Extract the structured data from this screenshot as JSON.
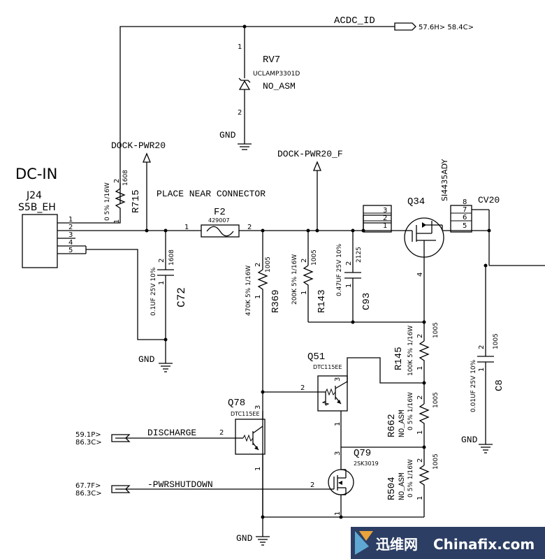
{
  "title": "DC-IN",
  "connector": {
    "ref": "J24",
    "part": "S5B_EH",
    "pins": [
      "1",
      "2",
      "3",
      "4",
      "5"
    ]
  },
  "net_labels": {
    "acdc_id": "ACDC_ID",
    "acdc_ref": "57.6H> 58.4C>",
    "dock_pwr20": "DOCK-PWR20",
    "dock_pwr20_f": "DOCK-PWR20_F",
    "cv20": "CV20",
    "discharge": "DISCHARGE",
    "discharge_ref_a": "59.1P>",
    "discharge_ref_b": "86.3C>",
    "pwrshutdown": "-PWRSHUTDOWN",
    "pwrshutdown_ref_a": "67.7F>",
    "pwrshutdown_ref_b": "86.3C>",
    "gnd": "GND"
  },
  "note": "PLACE NEAR CONNECTOR",
  "components": {
    "rv7": {
      "ref": "RV7",
      "part": "UCLAMP3301D",
      "asm": "NO_ASM",
      "pin1": "1",
      "pin2": "2"
    },
    "r715": {
      "ref": "R715",
      "spec": "0 5% 1/16W",
      "pkg": "1608",
      "pin1": "1",
      "pin2": "2"
    },
    "c72": {
      "ref": "C72",
      "spec": "0.1UF 25V 10%",
      "pkg": "1608",
      "pin1": "1",
      "pin2": "2"
    },
    "f2": {
      "ref": "F2",
      "part": "429007",
      "pin1": "1",
      "pin2": "2"
    },
    "r369": {
      "ref": "R369",
      "spec": "470K 5% 1/16W",
      "pkg": "1005",
      "pin1": "1",
      "pin2": "2"
    },
    "r143": {
      "ref": "R143",
      "spec": "200K 5% 1/16W",
      "pkg": "1005",
      "pin1": "1",
      "pin2": "2"
    },
    "c93": {
      "ref": "C93",
      "spec": "0.47UF 25V 10%",
      "pkg": "2125",
      "pin1": "1",
      "pin2": "2"
    },
    "q34": {
      "ref": "Q34",
      "part": "SI4435ADY",
      "pins_left": [
        "3",
        "2",
        "1"
      ],
      "pins_right": [
        "8",
        "7",
        "6",
        "5"
      ],
      "gate": "4"
    },
    "c8": {
      "ref": "C8",
      "spec": "0.01UF 25V 10%",
      "pkg": "1005",
      "pin1": "1",
      "pin2": "2"
    },
    "r145": {
      "ref": "R145",
      "spec": "100K 5% 1/16W",
      "pkg": "1005",
      "pin1": "1",
      "pin2": "2"
    },
    "q51": {
      "ref": "Q51",
      "part": "DTC115EE",
      "b": "2",
      "c": "3",
      "e": "1"
    },
    "q78": {
      "ref": "Q78",
      "part": "DTC115EE",
      "b": "2",
      "c": "3",
      "e": "1"
    },
    "r662": {
      "ref": "R662",
      "spec": "0 5% 1/16W",
      "asm": "NO_ASM",
      "pkg": "1005",
      "pin1": "1",
      "pin2": "2"
    },
    "q79": {
      "ref": "Q79",
      "part": "2SK3019",
      "g": "2",
      "d": "3",
      "s": "1"
    },
    "r504": {
      "ref": "R504",
      "spec": "0 5% 1/16W",
      "asm": "NO_ASM",
      "pkg": "1005",
      "pin1": "1",
      "pin2": "2"
    }
  },
  "watermark": {
    "cn": "迅维网",
    "en": "Chinafix.com"
  },
  "colors": {
    "wire": "#000000",
    "background": "#ffffff",
    "watermark_bg": "#2c3e63",
    "watermark_text": "#ffffff"
  }
}
